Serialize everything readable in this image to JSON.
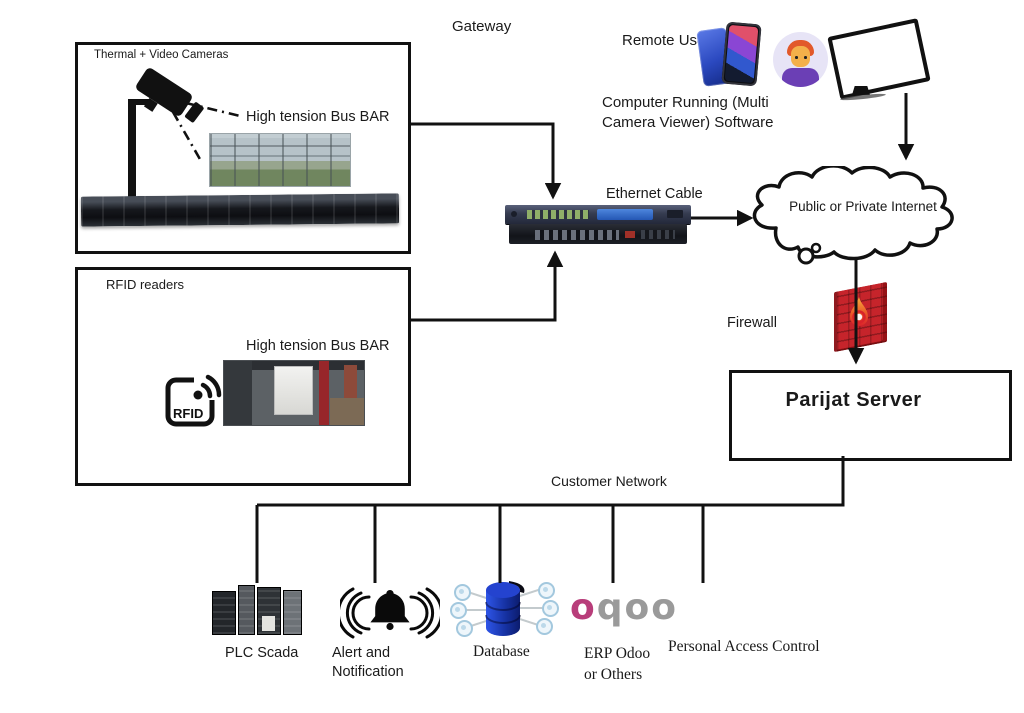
{
  "camera_box": {
    "title": "Thermal + Video Cameras",
    "caption": "High tension Bus BAR"
  },
  "rfid_box": {
    "title": "RFID readers",
    "caption": "High tension Bus BAR",
    "icon_text": "RFID"
  },
  "labels": {
    "gateway": "Gateway",
    "ethernet_cable": "Ethernet Cable",
    "remote_user": "Remote User",
    "computer_line1": "Computer Running (Multi",
    "computer_line2": "Camera Viewer) Software",
    "cloud": "Public or Private Internet",
    "firewall": "Firewall",
    "server": "Parijat Server",
    "customer_network": "Customer Network"
  },
  "endpoints": {
    "plc": {
      "label": "PLC Scada"
    },
    "alert": {
      "line1": "Alert and",
      "line2": "Notification"
    },
    "database": {
      "label": "Database"
    },
    "erp": {
      "logo_first": "o",
      "logo_rest": "qoo",
      "line1": "ERP Odoo",
      "line2": "or Others"
    },
    "access": {
      "label": "Personal Access Control"
    }
  },
  "colors": {
    "line": "#111111",
    "firewall_red": "#c6242b",
    "odoo_pink": "#b83d7a",
    "logo_gray": "#9a9a9a",
    "database_blue": "#1c39c8",
    "switch_badge_blue": "#2f6fd0",
    "avatar_shirt": "#6b3fb5",
    "avatar_hair": "#e2592a"
  }
}
